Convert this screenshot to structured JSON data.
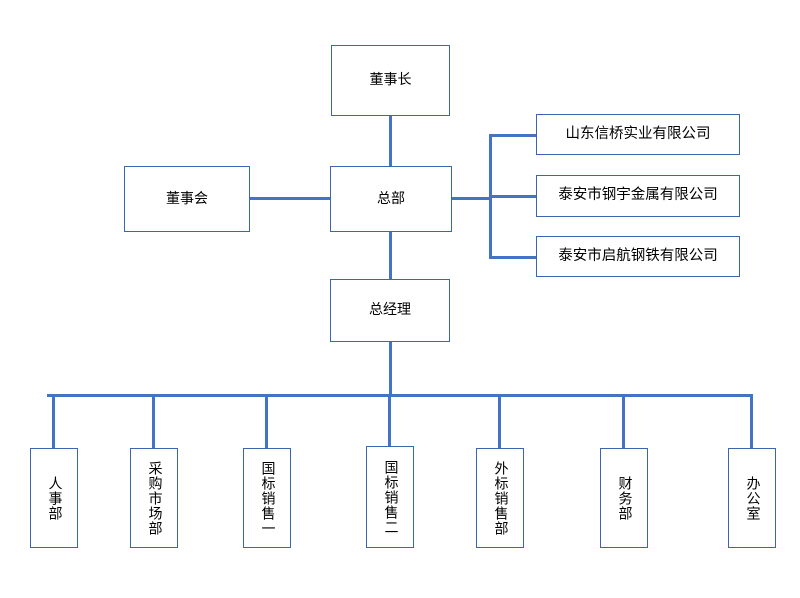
{
  "chart": {
    "type": "org-chart",
    "title": "",
    "accent_color": "#4472c4",
    "border_color": "#3a66b0",
    "background_color": "#ffffff",
    "text_color": "#000000"
  },
  "nodes": {
    "chairman": {
      "label": "董事长"
    },
    "board": {
      "label": "董事会"
    },
    "headquarters": {
      "label": "总部"
    },
    "general_manager": {
      "label": "总经理"
    }
  },
  "subsidiaries": [
    {
      "label": "山东信桥实业有限公司"
    },
    {
      "label": "泰安市钢宇金属有限公司"
    },
    {
      "label": "泰安市启航钢铁有限公司"
    }
  ],
  "departments": [
    {
      "label": "人事部"
    },
    {
      "label": "采购市场部"
    },
    {
      "label": "国标销售一"
    },
    {
      "label": "国标销售二"
    },
    {
      "label": "外标销售部"
    },
    {
      "label": "财务部"
    },
    {
      "label": "办公室"
    }
  ]
}
